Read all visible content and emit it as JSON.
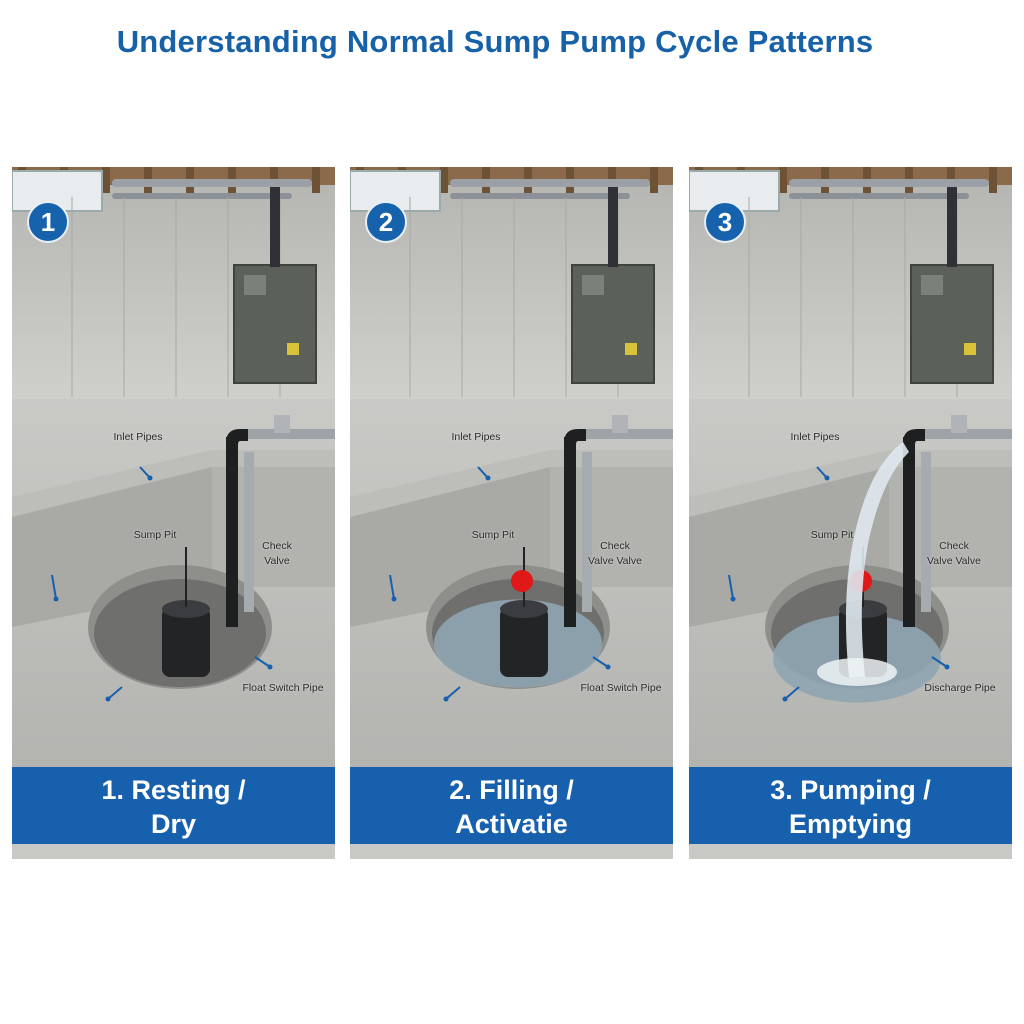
{
  "title": "Understanding Normal Sump Pump Cycle Patterns",
  "colors": {
    "title": "#1761a8",
    "banner": "#1760ad",
    "badge": "#1762ad",
    "float_ball": "#e01818",
    "water": "#8fa5b2"
  },
  "panels": [
    {
      "number": "1",
      "labels": {
        "inlet": "Inlet Pipes",
        "sump": "Sump Pit",
        "check": "Check Valve",
        "bottom": "Float Switch Pipe"
      },
      "banner_line1": "1. Resting /",
      "banner_line2": "Dry",
      "state": {
        "water_level": 0,
        "float_ball_visible": false,
        "pumping": false
      }
    },
    {
      "number": "2",
      "labels": {
        "inlet": "Inlet Pipes",
        "sump": "Sump Pit",
        "check": "Check Valve Valve",
        "bottom": "Float Switch Pipe"
      },
      "banner_line1": "2. Filling /",
      "banner_line2": "Activatie",
      "state": {
        "water_level": 0.75,
        "float_ball_visible": true,
        "pumping": false
      }
    },
    {
      "number": "3",
      "labels": {
        "inlet": "Inlet Pipes",
        "sump": "Sump Pit",
        "check": "Check Valve Valve",
        "bottom": "Discharge Pipe"
      },
      "banner_line1": "3. Pumping /",
      "banner_line2": "Emptying",
      "state": {
        "water_level": 0.45,
        "float_ball_visible": true,
        "pumping": true
      }
    }
  ]
}
